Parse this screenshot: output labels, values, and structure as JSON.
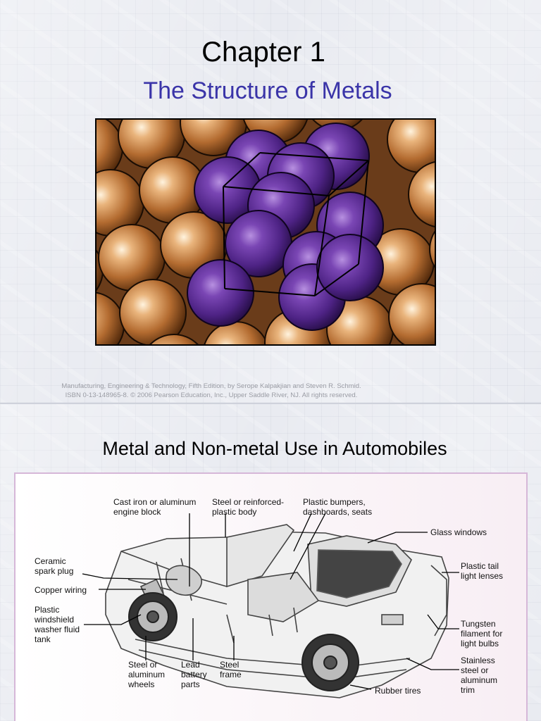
{
  "slide1": {
    "title": "Chapter 1",
    "subtitle": "The Structure of Metals",
    "credit_line1": "Manufacturing, Engineering & Technology, Fifth Edition, by Serope Kalpakjian and Steven R. Schmid.",
    "credit_line2": "ISBN 0-13-148965-8. © 2006 Pearson Education, Inc., Upper Saddle River, NJ.  All rights reserved."
  },
  "slide2": {
    "title": "Metal and Non-metal Use in Automobiles",
    "labels": {
      "engine_block": [
        "Cast iron or aluminum",
        "engine block"
      ],
      "body": [
        "Steel or reinforced-",
        "plastic body"
      ],
      "bumpers": [
        "Plastic bumpers,",
        "dashboards, seats"
      ],
      "glass": [
        "Glass windows"
      ],
      "spark_plug": [
        "Ceramic",
        "spark plug"
      ],
      "copper": [
        "Copper wiring"
      ],
      "washer_tank": [
        "Plastic",
        "windshield",
        "washer fluid",
        "tank"
      ],
      "tail_lenses": [
        "Plastic tail",
        "light lenses"
      ],
      "tungsten": [
        "Tungsten",
        "filament for",
        "light bulbs"
      ],
      "stainless": [
        "Stainless",
        "steel or",
        "aluminum",
        "trim"
      ],
      "wheels": [
        "Steel or",
        "aluminum",
        "wheels"
      ],
      "battery": [
        "Lead",
        "battery",
        "parts"
      ],
      "frame": [
        "Steel",
        "frame"
      ],
      "tires": [
        "Rubber tires"
      ]
    }
  },
  "colors": {
    "subtitle": "#3a34a8",
    "copper_atom": "#b8733a",
    "purple_atom": "#5a2d8c",
    "credit_text": "#9a9ca4"
  }
}
